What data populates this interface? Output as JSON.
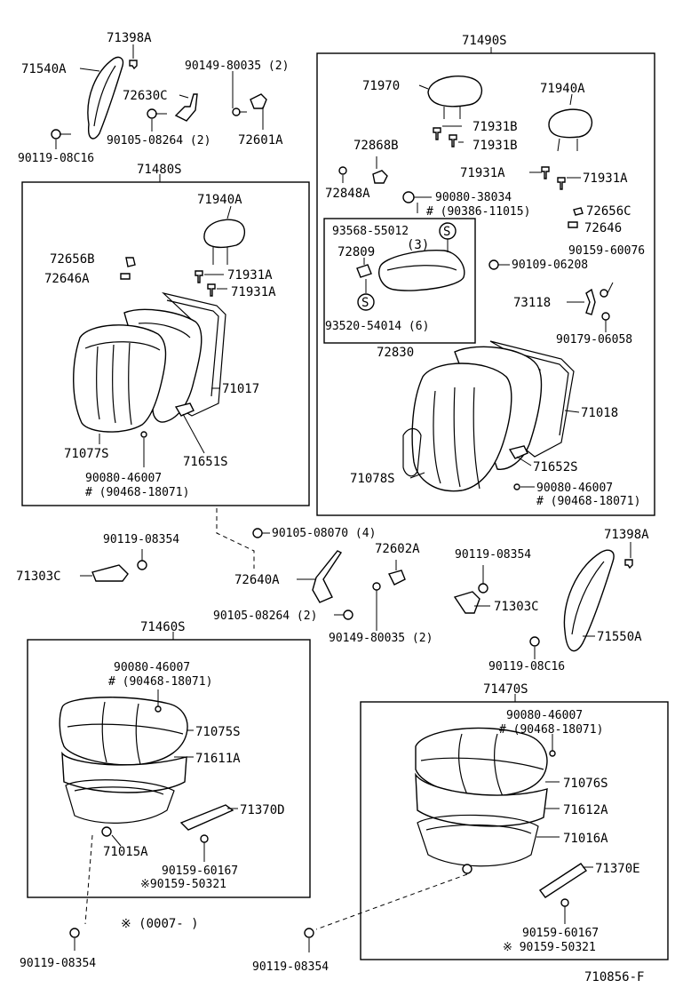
{
  "figure_code": "710856-F",
  "footnote": "※ (0007-        )",
  "groups": {
    "g71480S": "71480S",
    "g71490S": "71490S",
    "g71460S": "71460S",
    "g71470S": "71470S"
  },
  "labels": {
    "p71398A_l": "71398A",
    "p71540A": "71540A",
    "p72630C": "72630C",
    "p90149_80035_a": "90149-80035 (2)",
    "p90105_08264_a": "90105-08264 (2)",
    "p72601A": "72601A",
    "p90119_08C16_a": "90119-08C16",
    "p71940A_l": "71940A",
    "p72656B": "72656B",
    "p72646A": "72646A",
    "p71931A_l1": "71931A",
    "p71931A_l2": "71931A",
    "p71017": "71017",
    "p71077S": "71077S",
    "p71651S": "71651S",
    "p90080_46007_l": "90080-46007",
    "p90468_18071_l": "# (90468-18071)",
    "p71970": "71970",
    "p71940A_r": "71940A",
    "p71931B_1": "71931B",
    "p71931B_2": "71931B",
    "p72868B": "72868B",
    "p72848A": "72848A",
    "p71931A_r1": "71931A",
    "p71931A_r2": "71931A",
    "p90080_38034": "90080-38034",
    "p90386_11015": "# (90386-11015)",
    "p72656C": "72656C",
    "p72646": "72646",
    "p93568_55012": "93568-55012",
    "p_qty3": "(3)",
    "p72809": "72809",
    "p90109_06208": "90109-06208",
    "p90159_60076": "90159-60076",
    "p73118": "73118",
    "p93520_54014": "93520-54014 (6)",
    "p90179_06058": "90179-06058",
    "p72830": "72830",
    "p71018": "71018",
    "p71652S": "71652S",
    "p71078S": "71078S",
    "p90080_46007_r": "90080-46007",
    "p90468_18071_r": "# (90468-18071)",
    "p90119_08354_a": "90119-08354",
    "p71303C_l": "71303C",
    "p90105_08070": "90105-08070 (4)",
    "p72602A": "72602A",
    "p90119_08354_b": "90119-08354",
    "p71398A_r": "71398A",
    "p72640A": "72640A",
    "p71303C_r": "71303C",
    "p90105_08264_b": "90105-08264 (2)",
    "p90149_80035_b": "90149-80035 (2)",
    "p71550A": "71550A",
    "p90119_08C16_b": "90119-08C16",
    "p90080_46007_bl": "90080-46007",
    "p90468_18071_bl": "# (90468-18071)",
    "p71075S": "71075S",
    "p71611A": "71611A",
    "p71370D": "71370D",
    "p71015A": "71015A",
    "p90159_60167_l": "90159-60167",
    "p90159_50321_l": "※90159-50321",
    "p90080_46007_br": "90080-46007",
    "p90468_18071_br": "# (90468-18071)",
    "p71076S": "71076S",
    "p71612A": "71612A",
    "p71016A": "71016A",
    "p71370E": "71370E",
    "p90159_60167_r": "90159-60167",
    "p90159_50321_r": "※ 90159-50321",
    "p90119_08354_c": "90119-08354",
    "p90119_08354_d": "90119-08354"
  }
}
